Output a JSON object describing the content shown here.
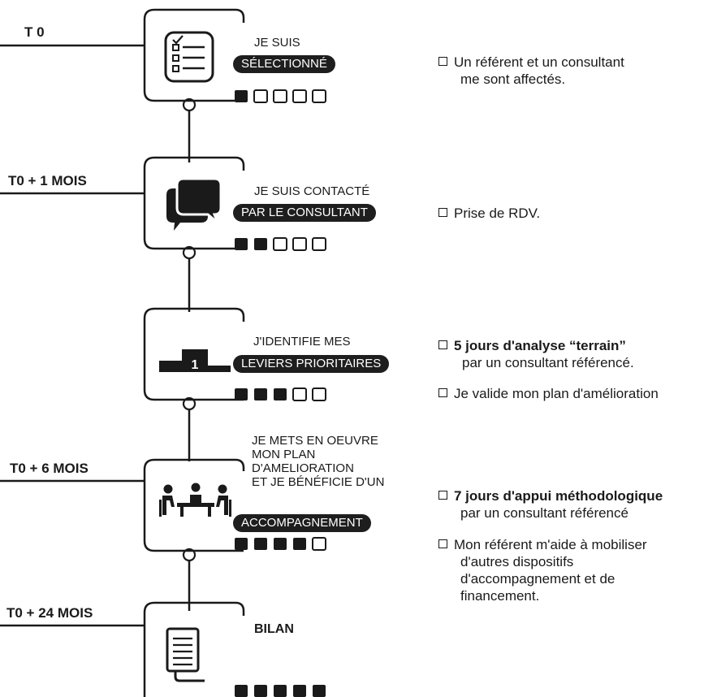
{
  "steps": [
    {
      "time": "T 0",
      "lines": [
        "JE SUIS"
      ],
      "pill": "SÉLECTIONNÉ",
      "progress": 1,
      "icon": "checklist-icon",
      "details": [
        {
          "bold": "",
          "text": "Un référent et un consultant",
          "text2": "me sont affectés."
        }
      ]
    },
    {
      "time": "T0 + 1 MOIS",
      "lines": [
        "JE SUIS CONTACTÉ"
      ],
      "pill": "PAR LE CONSULTANT",
      "progress": 2,
      "icon": "chat-bubbles-icon",
      "details": [
        {
          "bold": "",
          "text": "Prise de RDV.",
          "text2": ""
        }
      ]
    },
    {
      "time": "",
      "lines": [
        "J'IDENTIFIE MES"
      ],
      "pill": "LEVIERS PRIORITAIRES",
      "progress": 3,
      "icon": "podium-icon",
      "podium_number": "1",
      "details": [
        {
          "bold": "5 jours d'analyse “terrain”",
          "text": "",
          "text2": "par un consultant référencé."
        },
        {
          "bold": "",
          "text": "Je valide mon plan d'amélioration",
          "text2": ""
        }
      ]
    },
    {
      "time": "T0 + 6 MOIS",
      "lines": [
        "JE METS EN OEUVRE",
        "MON PLAN",
        "D'AMELIORATION",
        "ET JE BÉNÉFICIE D'UN"
      ],
      "pill": "ACCOMPAGNEMENT",
      "progress": 4,
      "icon": "meeting-icon",
      "details": [
        {
          "bold": "7 jours d'appui méthodologique",
          "text": "",
          "text2": "par un consultant référencé"
        },
        {
          "bold": "",
          "text": "Mon référent m'aide à mobiliser",
          "text2": "d'autres dispositifs",
          "text3": "d'accompagnement et de",
          "text4": "financement."
        }
      ]
    },
    {
      "time": "T0 + 24 MOIS",
      "lines": [
        "BILAN"
      ],
      "pill": "",
      "progress": 5,
      "icon": "documents-icon",
      "details": []
    }
  ],
  "progress_total": 5
}
